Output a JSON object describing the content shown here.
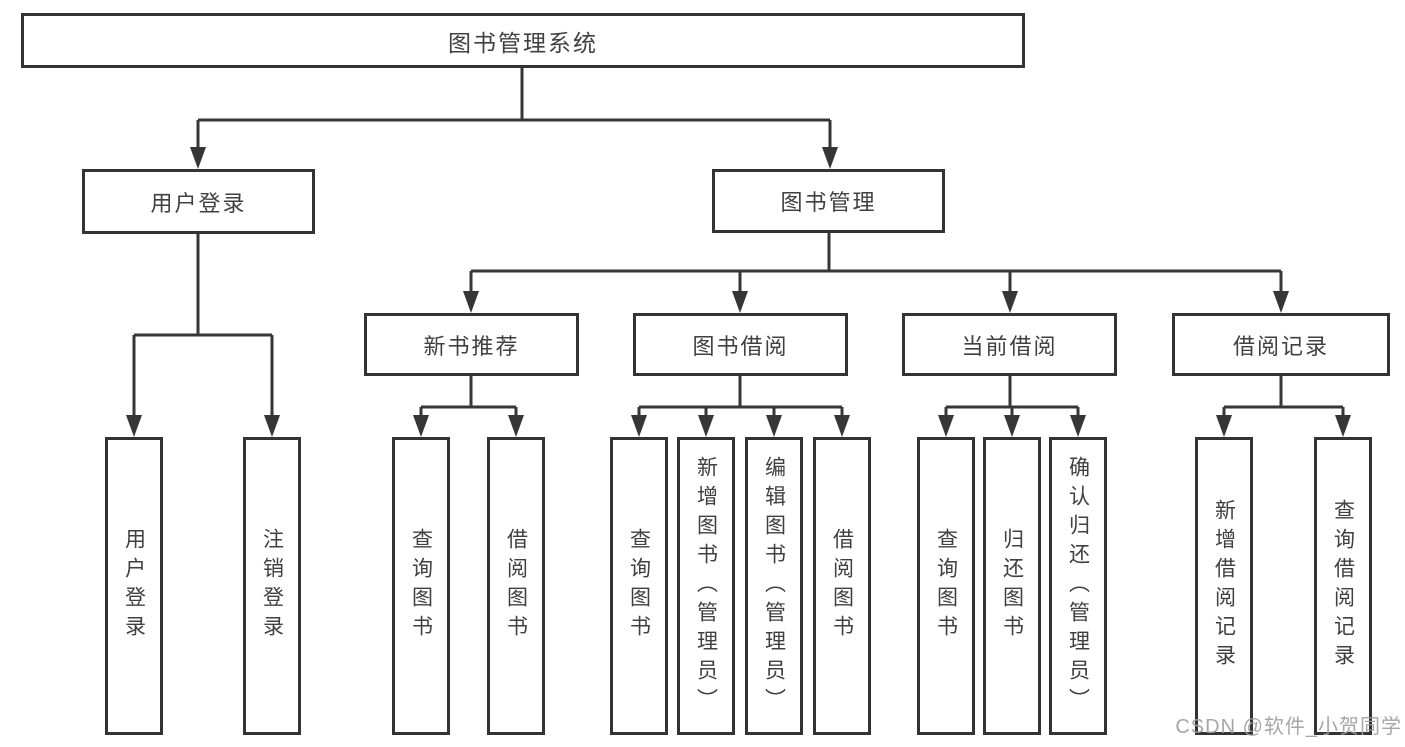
{
  "diagram": {
    "root": {
      "label": "图书管理系统"
    },
    "level2": [
      {
        "label": "用户登录"
      },
      {
        "label": "图书管理"
      }
    ],
    "level3": [
      {
        "label": "新书推荐"
      },
      {
        "label": "图书借阅"
      },
      {
        "label": "当前借阅"
      },
      {
        "label": "借阅记录"
      }
    ],
    "leaves": {
      "user_login": [
        {
          "label": "用户登录"
        },
        {
          "label": "注销登录"
        }
      ],
      "new_book_recommend": [
        {
          "label": "查询图书"
        },
        {
          "label": "借阅图书"
        }
      ],
      "book_borrow": [
        {
          "label": "查询图书"
        },
        {
          "label": "新增图书（管理员）"
        },
        {
          "label": "编辑图书（管理员）"
        },
        {
          "label": "借阅图书"
        }
      ],
      "current_borrow": [
        {
          "label": "查询图书"
        },
        {
          "label": "归还图书"
        },
        {
          "label": "确认归还（管理员）"
        }
      ],
      "borrow_records": [
        {
          "label": "新增借阅记录"
        },
        {
          "label": "查询借阅记录"
        }
      ]
    }
  },
  "watermark": {
    "text": "CSDN @软件_小贺同学"
  },
  "colors": {
    "background": "#ffffff",
    "box_border": "#333333",
    "line": "#363636",
    "text": "#404040",
    "watermark": "#9e9e9e"
  }
}
